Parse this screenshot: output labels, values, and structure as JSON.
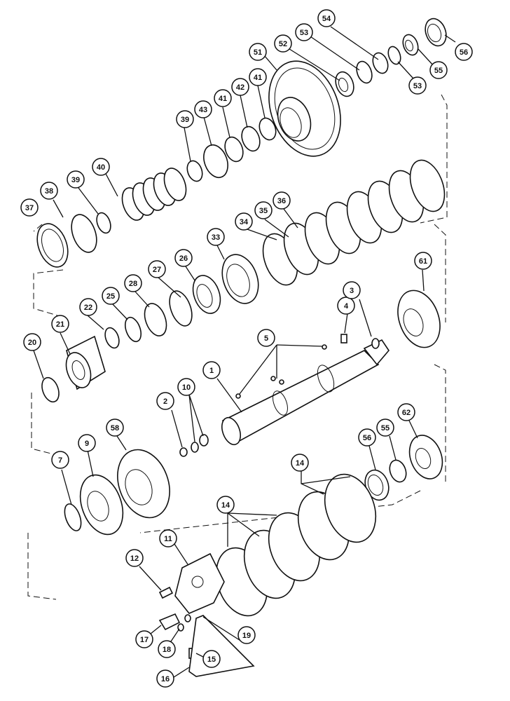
{
  "callouts": [
    {
      "id": "c56a",
      "label": "56"
    },
    {
      "id": "c54",
      "label": "54"
    },
    {
      "id": "c53a",
      "label": "53"
    },
    {
      "id": "c52",
      "label": "52"
    },
    {
      "id": "c51",
      "label": "51"
    },
    {
      "id": "c55a",
      "label": "55"
    },
    {
      "id": "c53b",
      "label": "53"
    },
    {
      "id": "c39a",
      "label": "39"
    },
    {
      "id": "c43",
      "label": "43"
    },
    {
      "id": "c41a",
      "label": "41"
    },
    {
      "id": "c42",
      "label": "42"
    },
    {
      "id": "c41b",
      "label": "41"
    },
    {
      "id": "c40",
      "label": "40"
    },
    {
      "id": "c39b",
      "label": "39"
    },
    {
      "id": "c38",
      "label": "38"
    },
    {
      "id": "c37",
      "label": "37"
    },
    {
      "id": "c34",
      "label": "34"
    },
    {
      "id": "c35",
      "label": "35"
    },
    {
      "id": "c36",
      "label": "36"
    },
    {
      "id": "c33",
      "label": "33"
    },
    {
      "id": "c26",
      "label": "26"
    },
    {
      "id": "c27",
      "label": "27"
    },
    {
      "id": "c28",
      "label": "28"
    },
    {
      "id": "c25",
      "label": "25"
    },
    {
      "id": "c22",
      "label": "22"
    },
    {
      "id": "c21",
      "label": "21"
    },
    {
      "id": "c20",
      "label": "20"
    },
    {
      "id": "c61",
      "label": "61"
    },
    {
      "id": "c4",
      "label": "4"
    },
    {
      "id": "c3",
      "label": "3"
    },
    {
      "id": "c5",
      "label": "5"
    },
    {
      "id": "c1",
      "label": "1"
    },
    {
      "id": "c2",
      "label": "2"
    },
    {
      "id": "c10",
      "label": "10"
    },
    {
      "id": "c58",
      "label": "58"
    },
    {
      "id": "c9",
      "label": "9"
    },
    {
      "id": "c7",
      "label": "7"
    },
    {
      "id": "c56b",
      "label": "56"
    },
    {
      "id": "c55b",
      "label": "55"
    },
    {
      "id": "c62",
      "label": "62"
    },
    {
      "id": "c14a",
      "label": "14"
    },
    {
      "id": "c14b",
      "label": "14"
    },
    {
      "id": "c11",
      "label": "11"
    },
    {
      "id": "c12",
      "label": "12"
    },
    {
      "id": "c19",
      "label": "19"
    },
    {
      "id": "c17",
      "label": "17"
    },
    {
      "id": "c18",
      "label": "18"
    },
    {
      "id": "c15",
      "label": "15"
    },
    {
      "id": "c16",
      "label": "16"
    }
  ]
}
